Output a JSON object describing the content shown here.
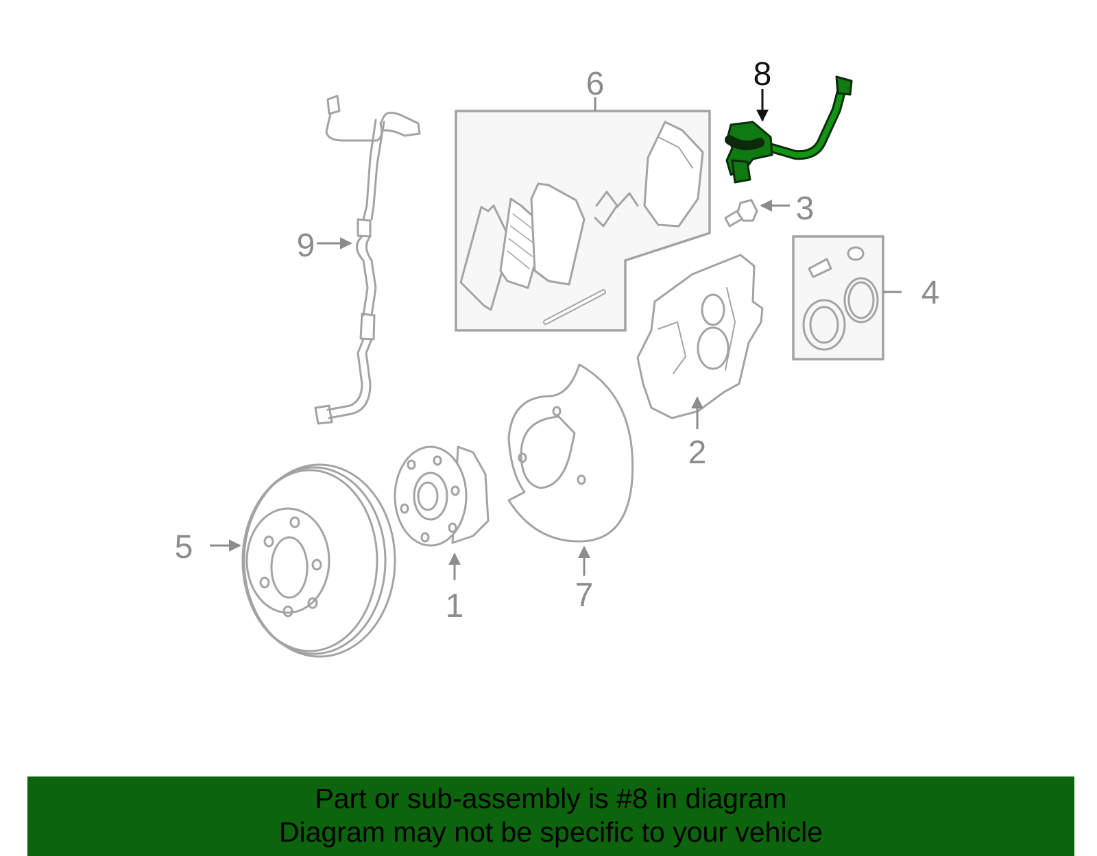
{
  "callouts": {
    "c1": "1",
    "c2": "2",
    "c3": "3",
    "c4": "4",
    "c5": "5",
    "c6": "6",
    "c7": "7",
    "c8": "8",
    "c9": "9"
  },
  "highlight_color": "#0c640c",
  "banner": {
    "line1": "Part or sub-assembly is #8 in diagram",
    "line2": "Diagram may not be specific to your vehicle"
  }
}
